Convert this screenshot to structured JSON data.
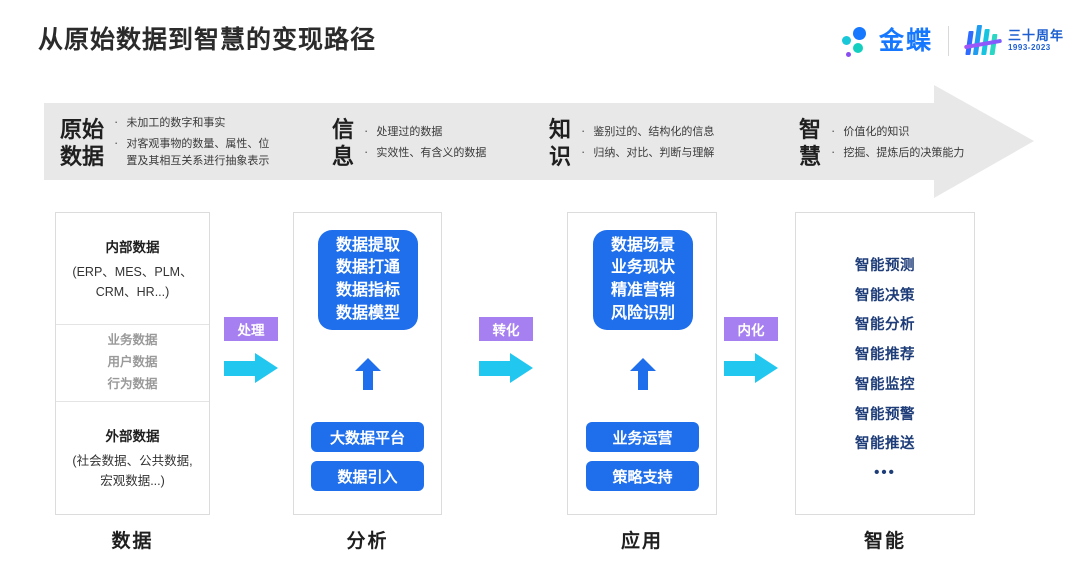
{
  "header": {
    "title": "从原始数据到智慧的变现路径",
    "brand": {
      "name": "金蝶",
      "anniversary_main": "三十周年",
      "anniversary_years": "1993-2023"
    }
  },
  "banner": {
    "segments": [
      {
        "title_line1": "原始",
        "title_line2": "数据",
        "bullets": [
          "未加工的数字和事实",
          "对客观事物的数量、属性、位置及其相互关系进行抽象表示"
        ],
        "bullet_lines": [
          "未加工的数字和事实",
          "对客观事物的数量、属性、位",
          "置及其相互关系进行抽象表示"
        ]
      },
      {
        "title_line1": "信",
        "title_line2": "息",
        "bullets": [
          "处理过的数据",
          "实效性、有含义的数据"
        ]
      },
      {
        "title_line1": "知",
        "title_line2": "识",
        "bullets": [
          "鉴别过的、结构化的信息",
          "归纳、对比、判断与理解"
        ]
      },
      {
        "title_line1": "智",
        "title_line2": "慧",
        "bullets": [
          "价值化的知识",
          "挖掘、提炼后的决策能力"
        ]
      }
    ]
  },
  "columns": [
    {
      "footer": "数据",
      "internal_head": "内部数据",
      "internal_sub_line1": "(ERP、MES、PLM、",
      "internal_sub_line2": "CRM、HR...)",
      "middle_items": [
        "业务数据",
        "用户数据",
        "行为数据"
      ],
      "external_head": "外部数据",
      "external_sub_line1": "(社会数据、公共数据,",
      "external_sub_line2": "宏观数据...)"
    },
    {
      "footer": "分析",
      "box_lines": [
        "数据提取",
        "数据打通",
        "数据指标",
        "数据模型"
      ],
      "pills": [
        "大数据平台",
        "数据引入"
      ]
    },
    {
      "footer": "应用",
      "box_lines": [
        "数据场景",
        "业务现状",
        "精准营销",
        "风险识别"
      ],
      "pills": [
        "业务运营",
        "策略支持"
      ]
    },
    {
      "footer": "智能",
      "items": [
        "智能预测",
        "智能决策",
        "智能分析",
        "智能推荐",
        "智能监控",
        "智能预警",
        "智能推送"
      ],
      "ellipsis": "•••"
    }
  ],
  "connectors": [
    {
      "label": "处理"
    },
    {
      "label": "转化"
    },
    {
      "label": "内化"
    }
  ],
  "colors": {
    "brand_blue": "#1677ff",
    "box_blue": "#1f6fec",
    "badge_purple": "#a67ff0",
    "arrow_cyan": "#22c7f0",
    "banner_grey": "#e8e8e8",
    "navy_text": "#1d3c78"
  },
  "bullet_glyph": "·"
}
